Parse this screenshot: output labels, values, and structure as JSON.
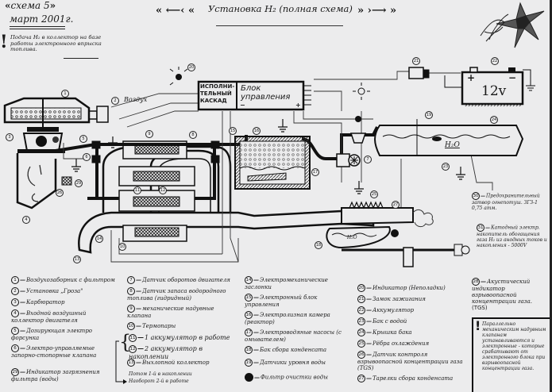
{
  "header": {
    "scheme_label": "схема 5",
    "date": "март 2001г.",
    "title": "Установка H₂ (полная схема)",
    "note": "Подача H₂ в коллектор на базе работы электронного впрыска топлива."
  },
  "diagram_labels": {
    "exec_stage": "ИСПОЛНИ-ТЕЛЬНЫЙ КАСКАД",
    "control_unit": "Блок управления",
    "battery_voltage": "12v",
    "air_label": "Воздух",
    "water_tank_label": "H₂O",
    "condensate_label": "H₂O",
    "plus": "+",
    "minus": "−"
  },
  "callouts": [
    "1",
    "2",
    "3",
    "4",
    "5",
    "6",
    "7",
    "8",
    "9",
    "10",
    "11",
    "12",
    "13",
    "14",
    "15",
    "16",
    "17",
    "18",
    "19",
    "20",
    "21",
    "22",
    "23",
    "24",
    "25",
    "26",
    "27",
    "28",
    "29",
    "30",
    "31"
  ],
  "side_notes": {
    "fuse": {
      "num": "30",
      "text": "Предохранительный затвор огнепотуш. ЗГЗ-1 0,75 атм."
    },
    "cathode": {
      "num": "31",
      "text": "Катодный электр. накопитель обогащения газа H₂ из анодных токов и накопления - 5000V"
    },
    "acoustic": {
      "num": "28",
      "text": "Акустический индикатор взрывоопасной концентрации газа.",
      "abbr": "(TGS)"
    }
  },
  "legend": {
    "col1": [
      {
        "num": "1",
        "text": "Воздухозаборник с фильтром"
      },
      {
        "num": "2",
        "text": "Установка „Гроза\""
      },
      {
        "num": "3",
        "text": "Карбюратор"
      },
      {
        "num": "4",
        "text": "Входной воздушный коллектор двигателя"
      },
      {
        "num": "5",
        "text": "Дозирующая электро форсунка"
      },
      {
        "num": "6",
        "text": "Электро-управляемые запорно-стопорные клапана"
      },
      {
        "num": "29",
        "text": "Индикатор загрязнения фильтра (воды)"
      }
    ],
    "col2": [
      {
        "num": "7",
        "text": "Датчик оборотов двигателя"
      },
      {
        "num": "8",
        "text": "Датчик запаса водородного топлива (гидридный)"
      },
      {
        "num": "9",
        "text": "механические надувные клапана"
      },
      {
        "num": "10",
        "text": "Термопары"
      },
      {
        "num": "11",
        "text": "1 аккумулятор в работе"
      },
      {
        "num": "12",
        "text": "2 аккумулятор в накоплении"
      },
      {
        "num": "13",
        "text": "Выхлопной коллектор"
      }
    ],
    "col2_footnote": [
      "Потом 1-й в накоплении",
      "Наоборот 2-й в работе"
    ],
    "col3": [
      {
        "num": "14",
        "text": "Электромеханические заслонки"
      },
      {
        "num": "15",
        "text": "Электронный блок управления"
      },
      {
        "num": "16",
        "text": "Электролизная камера (реактор)"
      },
      {
        "num": "17",
        "text": "Электроводяные насосы (с омывателем)"
      },
      {
        "num": "18",
        "text": "Бак сбора конденсата"
      },
      {
        "num": "19",
        "text": "Датчики уровня воды"
      },
      {
        "num": "",
        "text": "Фильтр очистки воды"
      }
    ],
    "col4": [
      {
        "num": "20",
        "text": "Индикатор (Неполадки)"
      },
      {
        "num": "21",
        "text": "Замок зажигания"
      },
      {
        "num": "22",
        "text": "Аккумулятор"
      },
      {
        "num": "23",
        "text": "Бак с водой"
      },
      {
        "num": "24",
        "text": "Крышка бака"
      },
      {
        "num": "25",
        "text": "Рёбра охлаждения"
      },
      {
        "num": "26",
        "text": "Датчик контроля взрывоопасной концентрации газа (TGS)"
      },
      {
        "num": "27",
        "text": "Тарелки сбора конденсата"
      }
    ],
    "bottom_note": "Параллельно механическим надувным клапанам устанавливаются и электронные - которые срабатывают от электронного блока при взрывоопасной концентрации газа."
  }
}
